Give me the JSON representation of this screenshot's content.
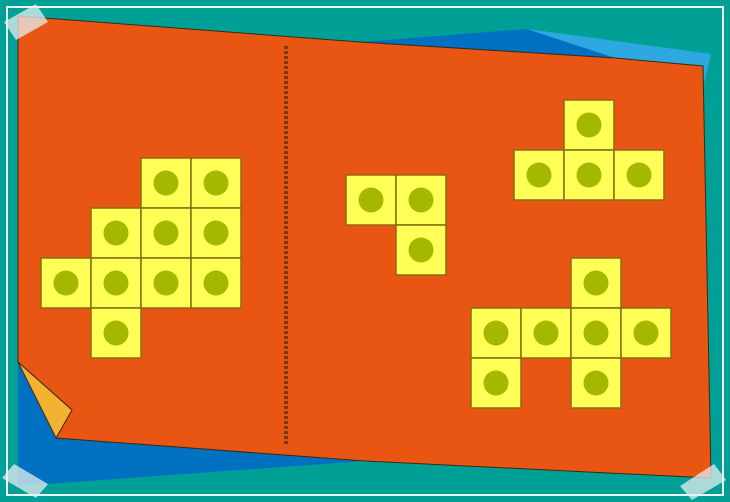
{
  "palette": {
    "background": "#00A096",
    "frame": "#E8F6F4",
    "paper": "#E95613",
    "paper_shadow": "#0070C0",
    "fold_light": "#2EA8E0",
    "fold_corner": "#F4B233",
    "cell_fill": "#FFFF57",
    "cell_stroke": "#8A6A10",
    "dot": "#A5B800",
    "divider": "#7A3A0A",
    "tape": "#E6EEF2"
  },
  "shapes": [
    {
      "name": "shape-left-large",
      "cells": [
        [
          2,
          0
        ],
        [
          3,
          0
        ],
        [
          1,
          1
        ],
        [
          2,
          1
        ],
        [
          3,
          1
        ],
        [
          0,
          2
        ],
        [
          1,
          2
        ],
        [
          2,
          2
        ],
        [
          3,
          2
        ],
        [
          1,
          3
        ]
      ]
    },
    {
      "name": "shape-middle-small",
      "cells": [
        [
          0,
          0
        ],
        [
          1,
          0
        ],
        [
          1,
          1
        ]
      ]
    },
    {
      "name": "shape-right-top",
      "cells": [
        [
          1,
          0
        ],
        [
          0,
          1
        ],
        [
          1,
          1
        ],
        [
          2,
          1
        ]
      ]
    },
    {
      "name": "shape-right-bottom",
      "cells": [
        [
          2,
          0
        ],
        [
          0,
          1
        ],
        [
          1,
          1
        ],
        [
          2,
          1
        ],
        [
          3,
          1
        ],
        [
          0,
          2
        ],
        [
          2,
          2
        ]
      ]
    }
  ]
}
